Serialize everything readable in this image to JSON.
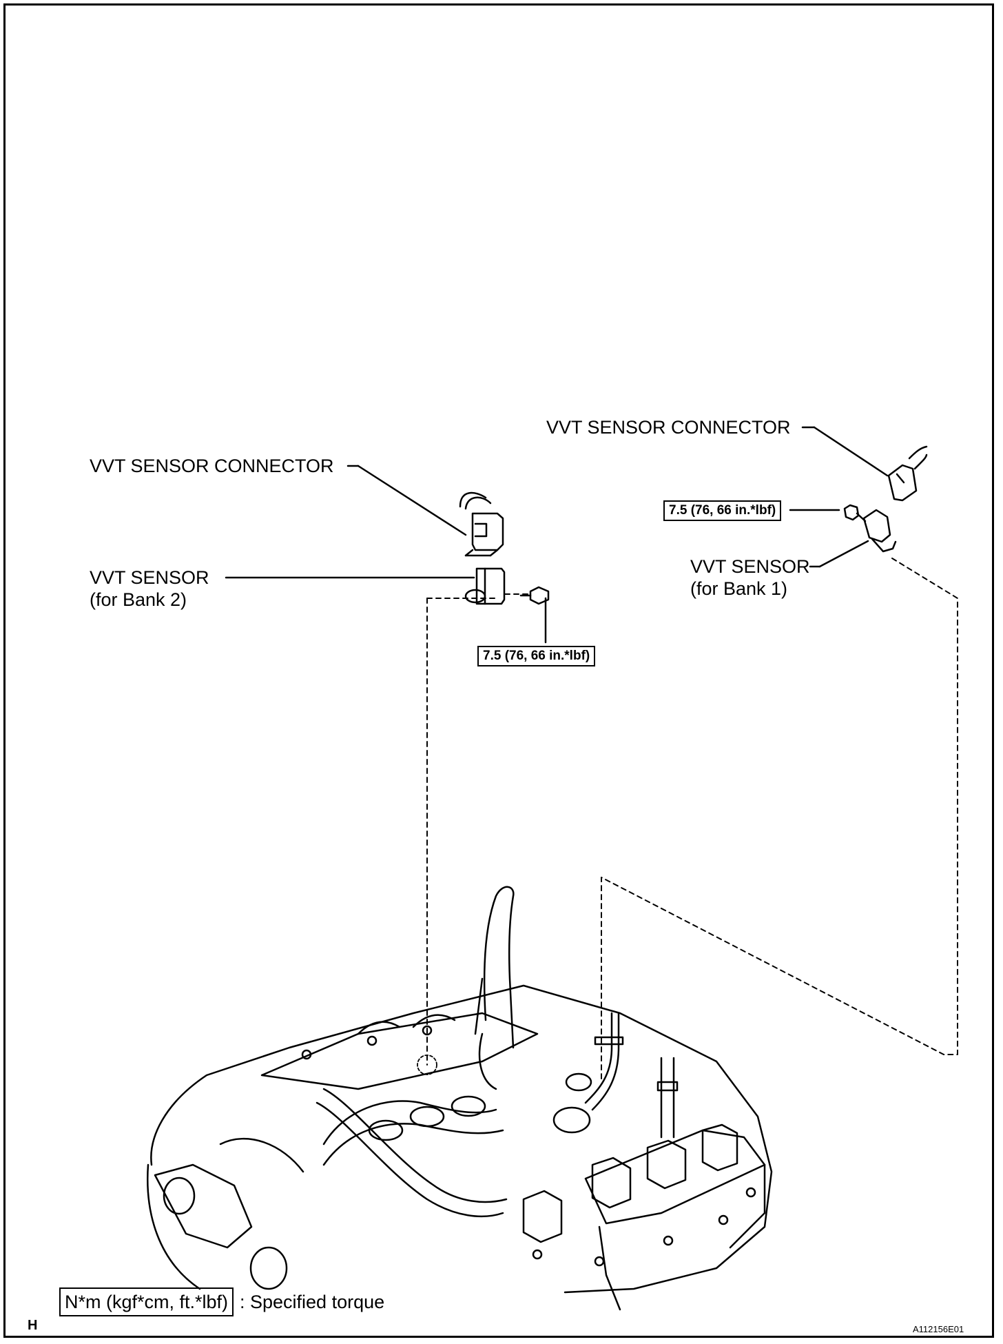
{
  "labels": {
    "connector_bank2": "VVT SENSOR CONNECTOR",
    "sensor_bank2_line1": "VVT SENSOR",
    "sensor_bank2_line2": "(for Bank 2)",
    "connector_bank1": "VVT SENSOR CONNECTOR",
    "sensor_bank1_line1": "VVT SENSOR",
    "sensor_bank1_line2": "(for Bank 1)"
  },
  "torque": {
    "bank1_bolt": "7.5 (76, 66 in.*lbf)",
    "bank2_bolt": "7.5 (76, 66 in.*lbf)"
  },
  "legend": {
    "unit_box": "N*m (kgf*cm, ft.*lbf)",
    "description": ": Specified torque"
  },
  "footer": {
    "corner_letter": "H",
    "figure_code": "A112156E01"
  }
}
